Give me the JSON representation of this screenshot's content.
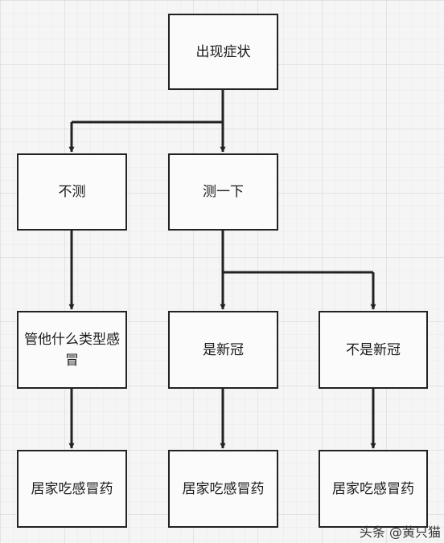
{
  "nodes": {
    "symptoms": "出现症状",
    "no_test": "不测",
    "test": "测一下",
    "whatever_type": "管他什么类型感冒",
    "is_covid": "是新冠",
    "not_covid": "不是新冠",
    "cold_medicine_left": "居家吃感冒药",
    "cold_medicine_mid": "居家吃感冒药",
    "cold_medicine_right": "居家吃感冒药"
  },
  "watermark": "头条 @黄只猫"
}
